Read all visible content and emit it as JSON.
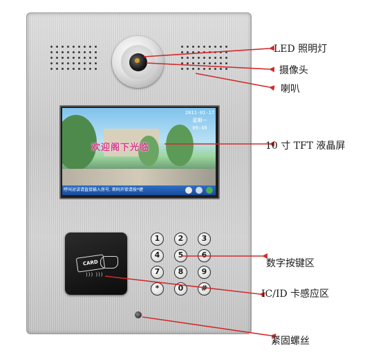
{
  "labels": {
    "led": "LED 照明灯",
    "camera": "摄像头",
    "speaker": "喇叭",
    "screen": "10 寸 TFT 液晶屏",
    "keypad": "数字按键区",
    "card": "IC/ID 卡感应区",
    "screw": "紧固螺丝"
  },
  "screen": {
    "date": "2011-01-17",
    "weekday": "星期一",
    "time": "09:49",
    "welcome": "欢迎阁下光临",
    "bar_text": "呼叫对讲请直接输入房号, 密码开锁请按*键"
  },
  "card_reader": {
    "card_text": "CARD"
  },
  "keypad": {
    "keys": [
      "1",
      "2",
      "3",
      "4",
      "5",
      "6",
      "7",
      "8",
      "9",
      "*",
      "0",
      "#"
    ]
  },
  "colors": {
    "leader_line": "#d42a2a",
    "arrow": "#d42a2a"
  }
}
